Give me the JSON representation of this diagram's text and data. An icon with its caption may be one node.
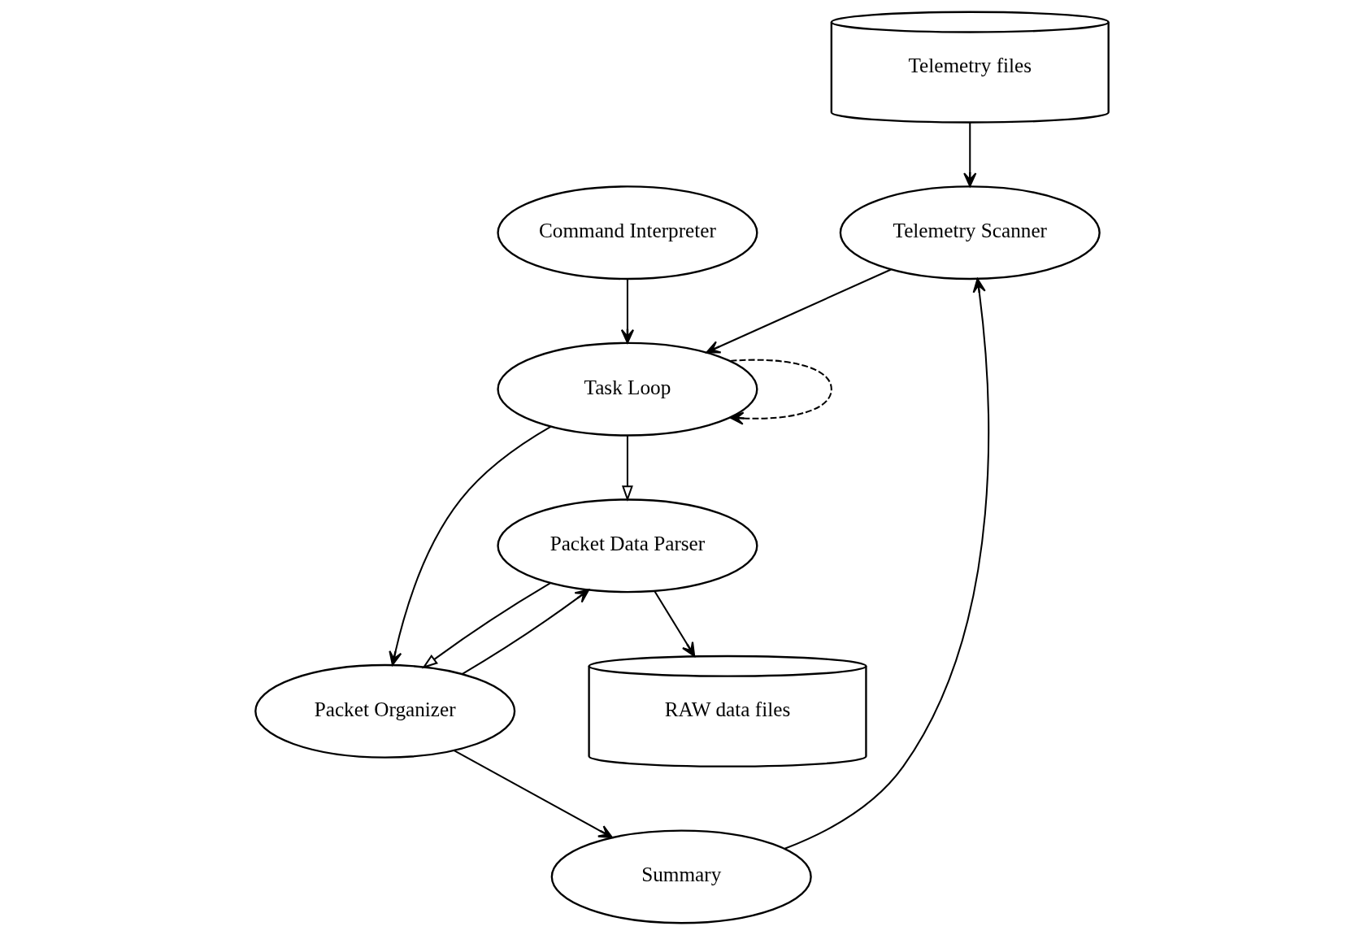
{
  "diagram": {
    "nodes": [
      {
        "text": [
          "Telemetry files"
        ]
      },
      {
        "text": [
          "Command Interpreter"
        ]
      },
      {
        "text": [
          "Telemetry Scanner"
        ]
      },
      {
        "text": [
          "Task Loop"
        ]
      },
      {
        "text": [
          "Summary"
        ]
      },
      {
        "text": [
          "Packet Data Parser"
        ]
      },
      {
        "text": [
          "Packet Organizer"
        ]
      },
      {
        "text": [
          "RAW data files"
        ]
      }
    ],
    "edges": [
      {
        "from": 0,
        "to": 2,
        "arrow": "to"
      },
      {
        "from": 1,
        "to": 3,
        "arrow": "to"
      },
      {
        "from": 2,
        "to": 3,
        "arrow": "to"
      },
      {
        "from": 3,
        "to": 3,
        "arrow": "to",
        "style": "dashed"
      },
      {
        "from": 3,
        "to": 5,
        "arrow": "to"
      },
      {
        "from": 3,
        "to": 6,
        "arrow": "to"
      },
      {
        "from": 5,
        "to": 6,
        "arrow": "to"
      },
      {
        "from": 6,
        "to": 5,
        "arrow": "to"
      },
      {
        "from": 6,
        "to": 4,
        "arrow": "to"
      },
      {
        "from": 4,
        "to": 2,
        "arrow": "to"
      },
      {
        "from": 5,
        "to": 7,
        "arrow": "to"
      }
    ]
  }
}
